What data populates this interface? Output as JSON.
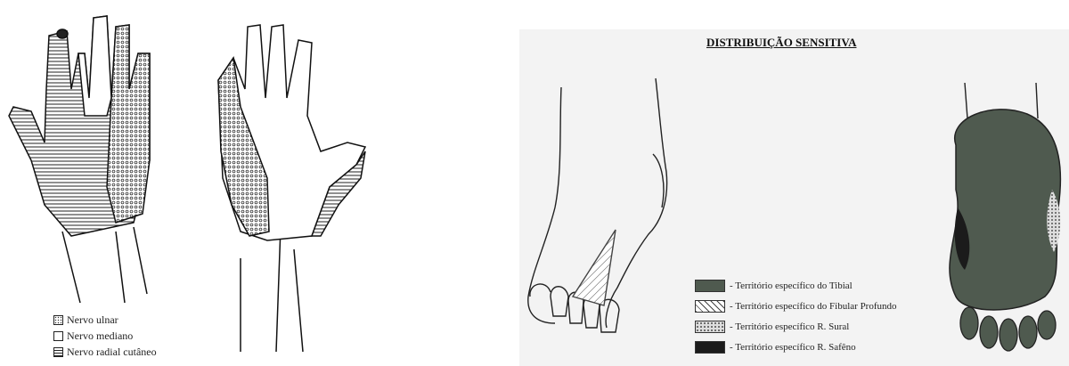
{
  "hand_legend": [
    {
      "label": "Nervo ulnar",
      "pattern": "dots"
    },
    {
      "label": "Nervo mediano",
      "pattern": "empty"
    },
    {
      "label": "Nervo radial cutâneo",
      "pattern": "stripes"
    }
  ],
  "foot_figure": {
    "title": "DISTRIBUIÇÃO SENSITIVA",
    "legend": [
      {
        "label": "- Território específico do Tibial",
        "color": "#4f5a4f"
      },
      {
        "label": "- Território específico do Fibular Profundo",
        "color": "hatch"
      },
      {
        "label": "- Território específico R. Sural",
        "color": "dots"
      },
      {
        "label": "- Território específico R. Safêno",
        "color": "#1b1b1b"
      }
    ]
  },
  "colors": {
    "tibial": "#4f5a4f",
    "safeno": "#1b1b1b",
    "background_right": "#f3f3f3"
  }
}
